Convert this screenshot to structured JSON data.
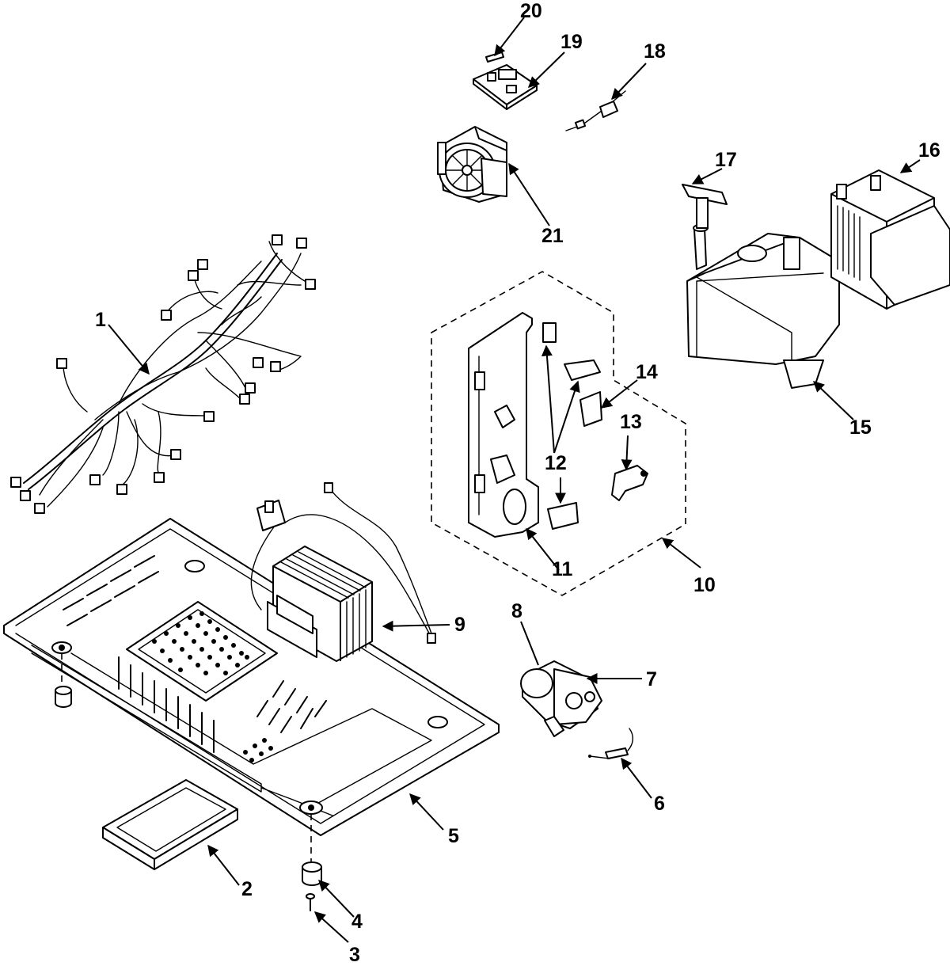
{
  "callouts": [
    {
      "id": "p1",
      "label": "1"
    },
    {
      "id": "p2",
      "label": "2"
    },
    {
      "id": "p3",
      "label": "3"
    },
    {
      "id": "p4",
      "label": "4"
    },
    {
      "id": "p5",
      "label": "5"
    },
    {
      "id": "p6",
      "label": "6"
    },
    {
      "id": "p7",
      "label": "7"
    },
    {
      "id": "p8",
      "label": "8"
    },
    {
      "id": "p9",
      "label": "9"
    },
    {
      "id": "p10",
      "label": "10"
    },
    {
      "id": "p11",
      "label": "11"
    },
    {
      "id": "p12",
      "label": "12"
    },
    {
      "id": "p13",
      "label": "13"
    },
    {
      "id": "p14",
      "label": "14"
    },
    {
      "id": "p15",
      "label": "15"
    },
    {
      "id": "p16",
      "label": "16"
    },
    {
      "id": "p17",
      "label": "17"
    },
    {
      "id": "p18",
      "label": "18"
    },
    {
      "id": "p19",
      "label": "19"
    },
    {
      "id": "p20",
      "label": "20"
    },
    {
      "id": "p21",
      "label": "21"
    }
  ]
}
